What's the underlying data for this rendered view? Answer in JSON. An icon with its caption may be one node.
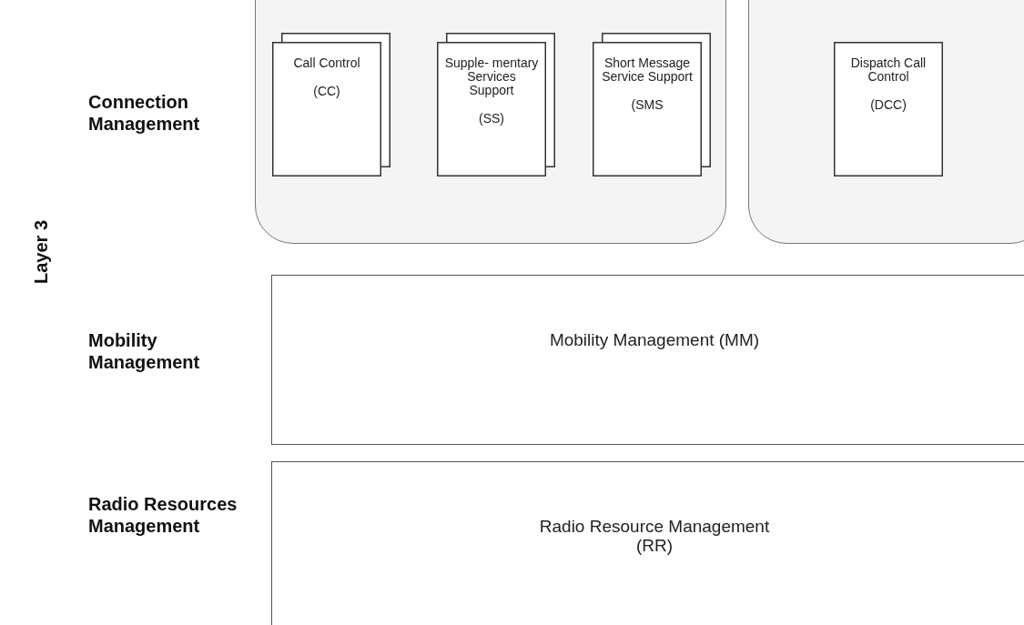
{
  "diagram": {
    "nodes": [
      {
        "text": [],
        "shape": "box"
      },
      {
        "text": [],
        "shape": "box"
      },
      {
        "text": [
          "Call Control",
          "(CC)"
        ],
        "in": 0
      },
      {
        "text": [
          "Supple- mentary Services Support",
          "(SS)"
        ],
        "in": 0
      },
      {
        "text": [
          "Short Message Service Support",
          "(SMS"
        ],
        "in": 0
      },
      {
        "text": [
          "Dispatch Call Control",
          "(DCC)"
        ],
        "in": 1
      },
      {
        "text": [
          "Mobility Management (MM)"
        ]
      },
      {
        "text": [
          "Radio Resource Management (RR)"
        ]
      }
    ],
    "edges": [],
    "labels": [
      "Connection Management",
      "Layer 3",
      "Mobility Management",
      "Radio Resources Management"
    ]
  }
}
